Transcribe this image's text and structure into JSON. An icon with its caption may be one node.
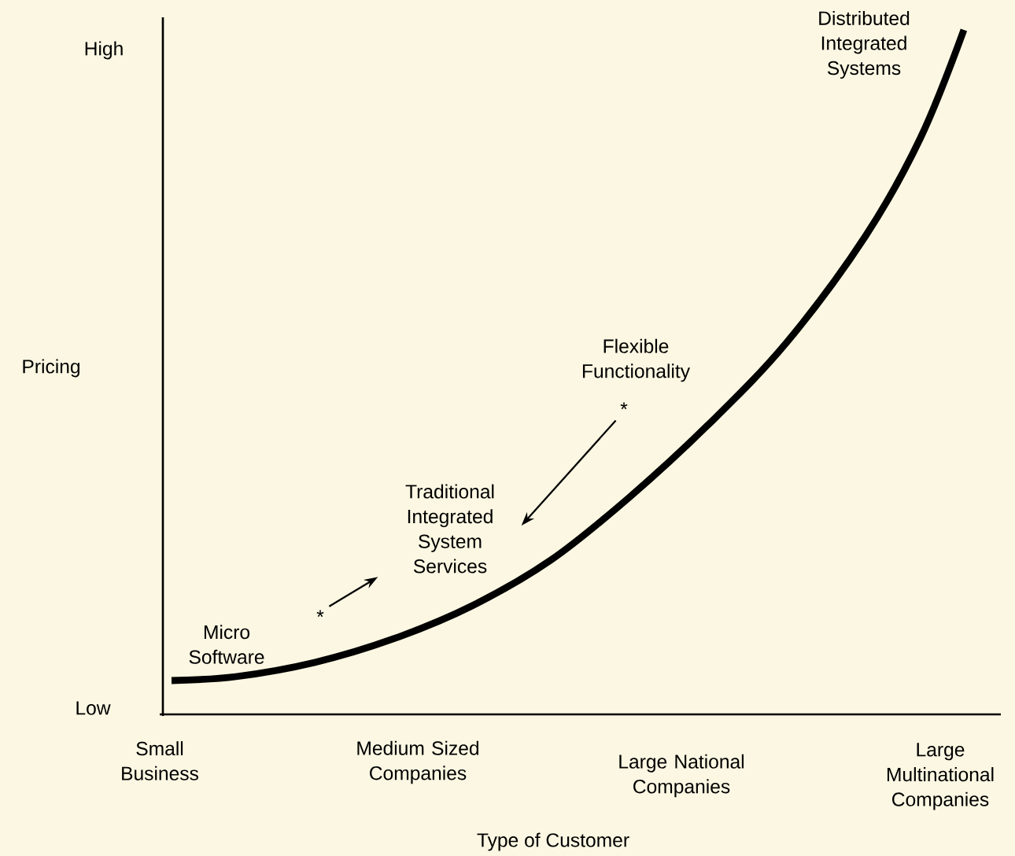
{
  "diagram": {
    "nodes": [
      {
        "text": [
          "Micro Software"
        ]
      },
      {
        "text": [
          "*"
        ]
      },
      {
        "text": [
          "Traditional Integrated System Services"
        ]
      },
      {
        "text": [
          "Flexible Functionality"
        ]
      },
      {
        "text": [
          "*"
        ]
      },
      {
        "text": [
          "Distributed Integrated Systems"
        ]
      }
    ],
    "edges": [
      {
        "from": 1,
        "to": 2,
        "arrow": "to"
      },
      {
        "from": 4,
        "to": 2,
        "arrow": "to"
      }
    ],
    "labels": [
      "High",
      "Pricing",
      "Low",
      "Small Business",
      "Medium Sized Companies",
      "Large National Companies",
      "Large Multinational Companies",
      "Type of Customer"
    ]
  }
}
